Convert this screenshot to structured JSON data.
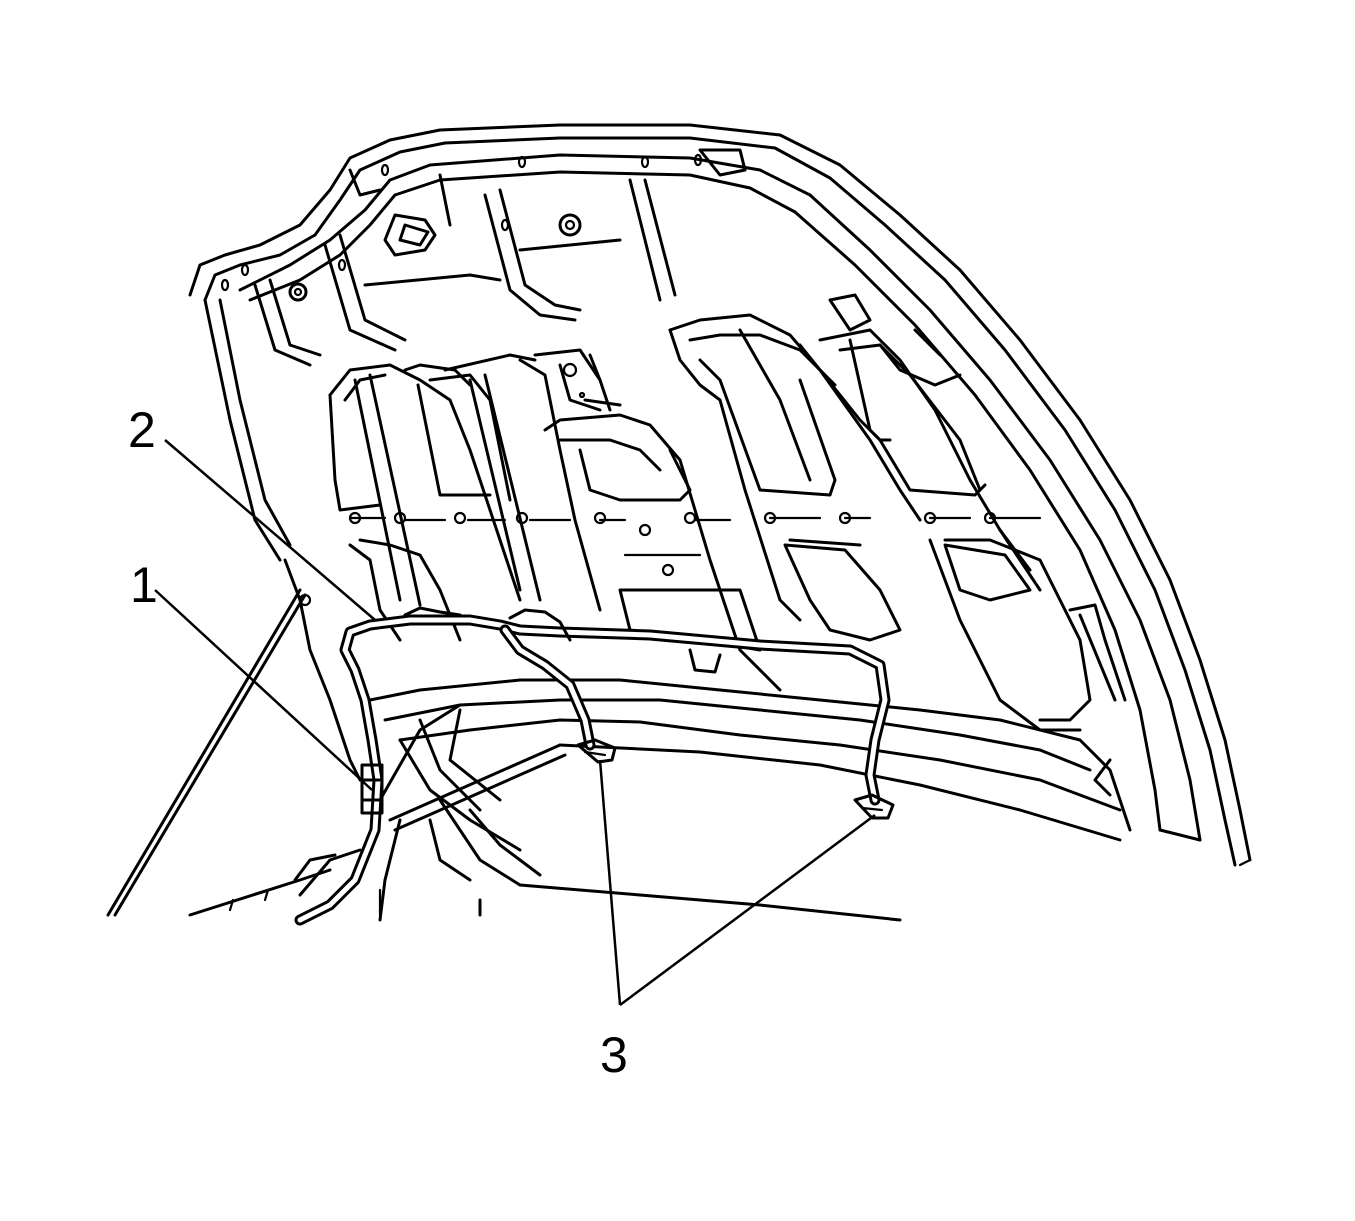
{
  "diagram": {
    "callouts": [
      {
        "id": "1",
        "label": "1"
      },
      {
        "id": "2",
        "label": "2"
      },
      {
        "id": "3",
        "label": "3"
      }
    ],
    "colors": {
      "line": "#000000",
      "background": "#ffffff"
    }
  }
}
